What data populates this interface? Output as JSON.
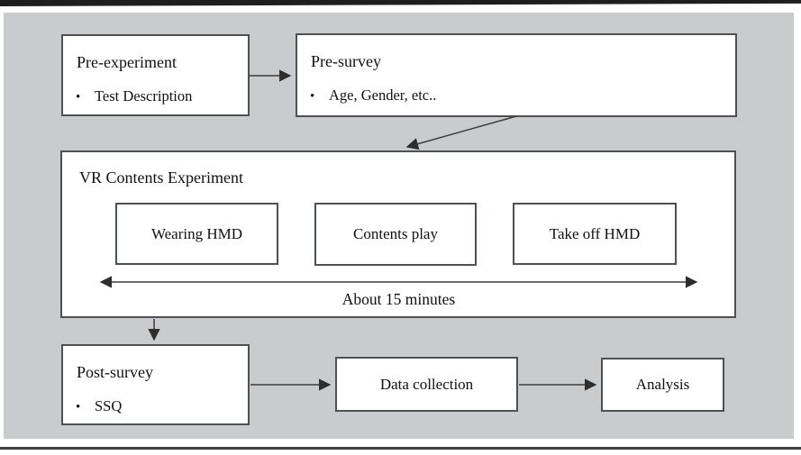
{
  "figure": {
    "type": "flowchart",
    "bullet_glyph": "•",
    "boxes": {
      "pre_experiment": {
        "title": "Pre-experiment",
        "bullets": [
          "Test Description"
        ]
      },
      "pre_survey": {
        "title": "Pre-survey",
        "bullets": [
          "Age, Gender, etc.."
        ]
      },
      "vr_experiment": {
        "title": "VR Contents Experiment",
        "steps": [
          "Wearing HMD",
          "Contents play",
          "Take off HMD"
        ],
        "duration_label": "About 15 minutes"
      },
      "post_survey": {
        "title": "Post-survey",
        "bullets": [
          "SSQ"
        ]
      },
      "data_collection": {
        "label": "Data collection"
      },
      "analysis": {
        "label": "Analysis"
      }
    },
    "flow": [
      "Pre-experiment -> Pre-survey",
      "Pre-survey -> VR Contents Experiment",
      "VR Contents Experiment -> Post-survey",
      "Post-survey -> Data collection",
      "Data collection -> Analysis"
    ],
    "colors": {
      "panel_background": "#cacbcd",
      "box_fill": "#ffffff",
      "box_border": "#4e5154",
      "arrow": "#3d3d3d",
      "top_rule": "#1e1e1e",
      "bottom_rule": "#3e3e3e",
      "text": "#111111"
    }
  }
}
